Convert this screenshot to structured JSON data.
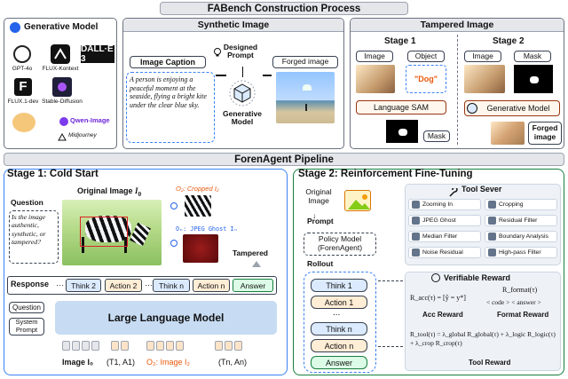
{
  "top_banner": "FABench Construction Process",
  "gen_model": {
    "title": "Generative Model",
    "models": [
      "GPT-4o",
      "FLUX-Kontext",
      "FLUX.1-dev",
      "Stable-Diffusion",
      "Qwen-Image",
      "Midjourney"
    ],
    "logo_text": "DALL·E 3"
  },
  "synthetic": {
    "title": "Synthetic Image",
    "caption_label": "Image Caption",
    "caption_text": "A person is enjoying a peaceful moment at the seaside, flying a bright kite under the clear blue sky.",
    "prompt_label": "Designed Prompt",
    "gen_label": "Generative Model",
    "forged_label": "Forged image"
  },
  "tampered": {
    "title": "Tampered Image",
    "stage1": {
      "title": "Stage 1",
      "image_label": "Image",
      "object_label": "Object",
      "object_value": "\"Dog\"",
      "sam_label": "Language SAM",
      "mask_label": "Mask"
    },
    "stage2": {
      "title": "Stage 2",
      "image_label": "Image",
      "mask_label": "Mask",
      "gen_label": "Generative Model",
      "forged_label": "Forged image"
    }
  },
  "pipeline_banner": "ForenAgent Pipeline",
  "stage1": {
    "title": "Stage 1: Cold Start",
    "question_label": "Question",
    "question_text": "Is the image authentic, synthetic, or tampered?",
    "original_label": "Original Image",
    "original_sym": "I",
    "original_sub": "0",
    "crop_label": "O₂: Cropped I₂",
    "ghost_label": "Oₙ: JPEG Ghost Iₙ",
    "tampered_label": "Tampered",
    "response_label": "Response",
    "sequence": [
      "Think 2",
      "Action 2",
      "Think n",
      "Action n",
      "Answer"
    ],
    "llm_inputs": [
      "Question",
      "System Prompt"
    ],
    "llm_label": "Large Language Model",
    "bottom_labels": {
      "img": "Image I₀",
      "t1": "(T1, A1)",
      "o2": "O₂: Image I₂",
      "tn": "(Tn, An)"
    }
  },
  "stage2": {
    "title": "Stage 2: Reinforcement Fine-Tuning",
    "original_label": "Original Image",
    "prompt_label": "Prompt",
    "policy_label": "Policy Model (ForenAgent)",
    "rollout_label": "Rollout",
    "rollout_items": [
      "Think 1",
      "Action 1",
      "Think n",
      "Action n",
      "Answer"
    ],
    "ellipsis": "...",
    "tool_title": "Tool Sever",
    "tools": [
      "Zooming In",
      "Cropping",
      "JPEG Ghost",
      "Residual Filter",
      "Median Filter",
      "Boundary Analysis",
      "Noise Residual",
      "High-pass Filter"
    ],
    "reward_title": "Verifiable Reward",
    "acc_formula": "R_acc(τ) = [ŷ = y*]",
    "acc_label": "Acc Reward",
    "format_formula": "R_format(τ)",
    "format_tags": "< code > < answer >",
    "format_label": "Format Reward",
    "tool_formula": "R_tool(τ) = λ_global R_global(τ) + λ_logic R_logic(τ) + λ_crop R_crop(τ)",
    "tool_label": "Tool Reward"
  }
}
